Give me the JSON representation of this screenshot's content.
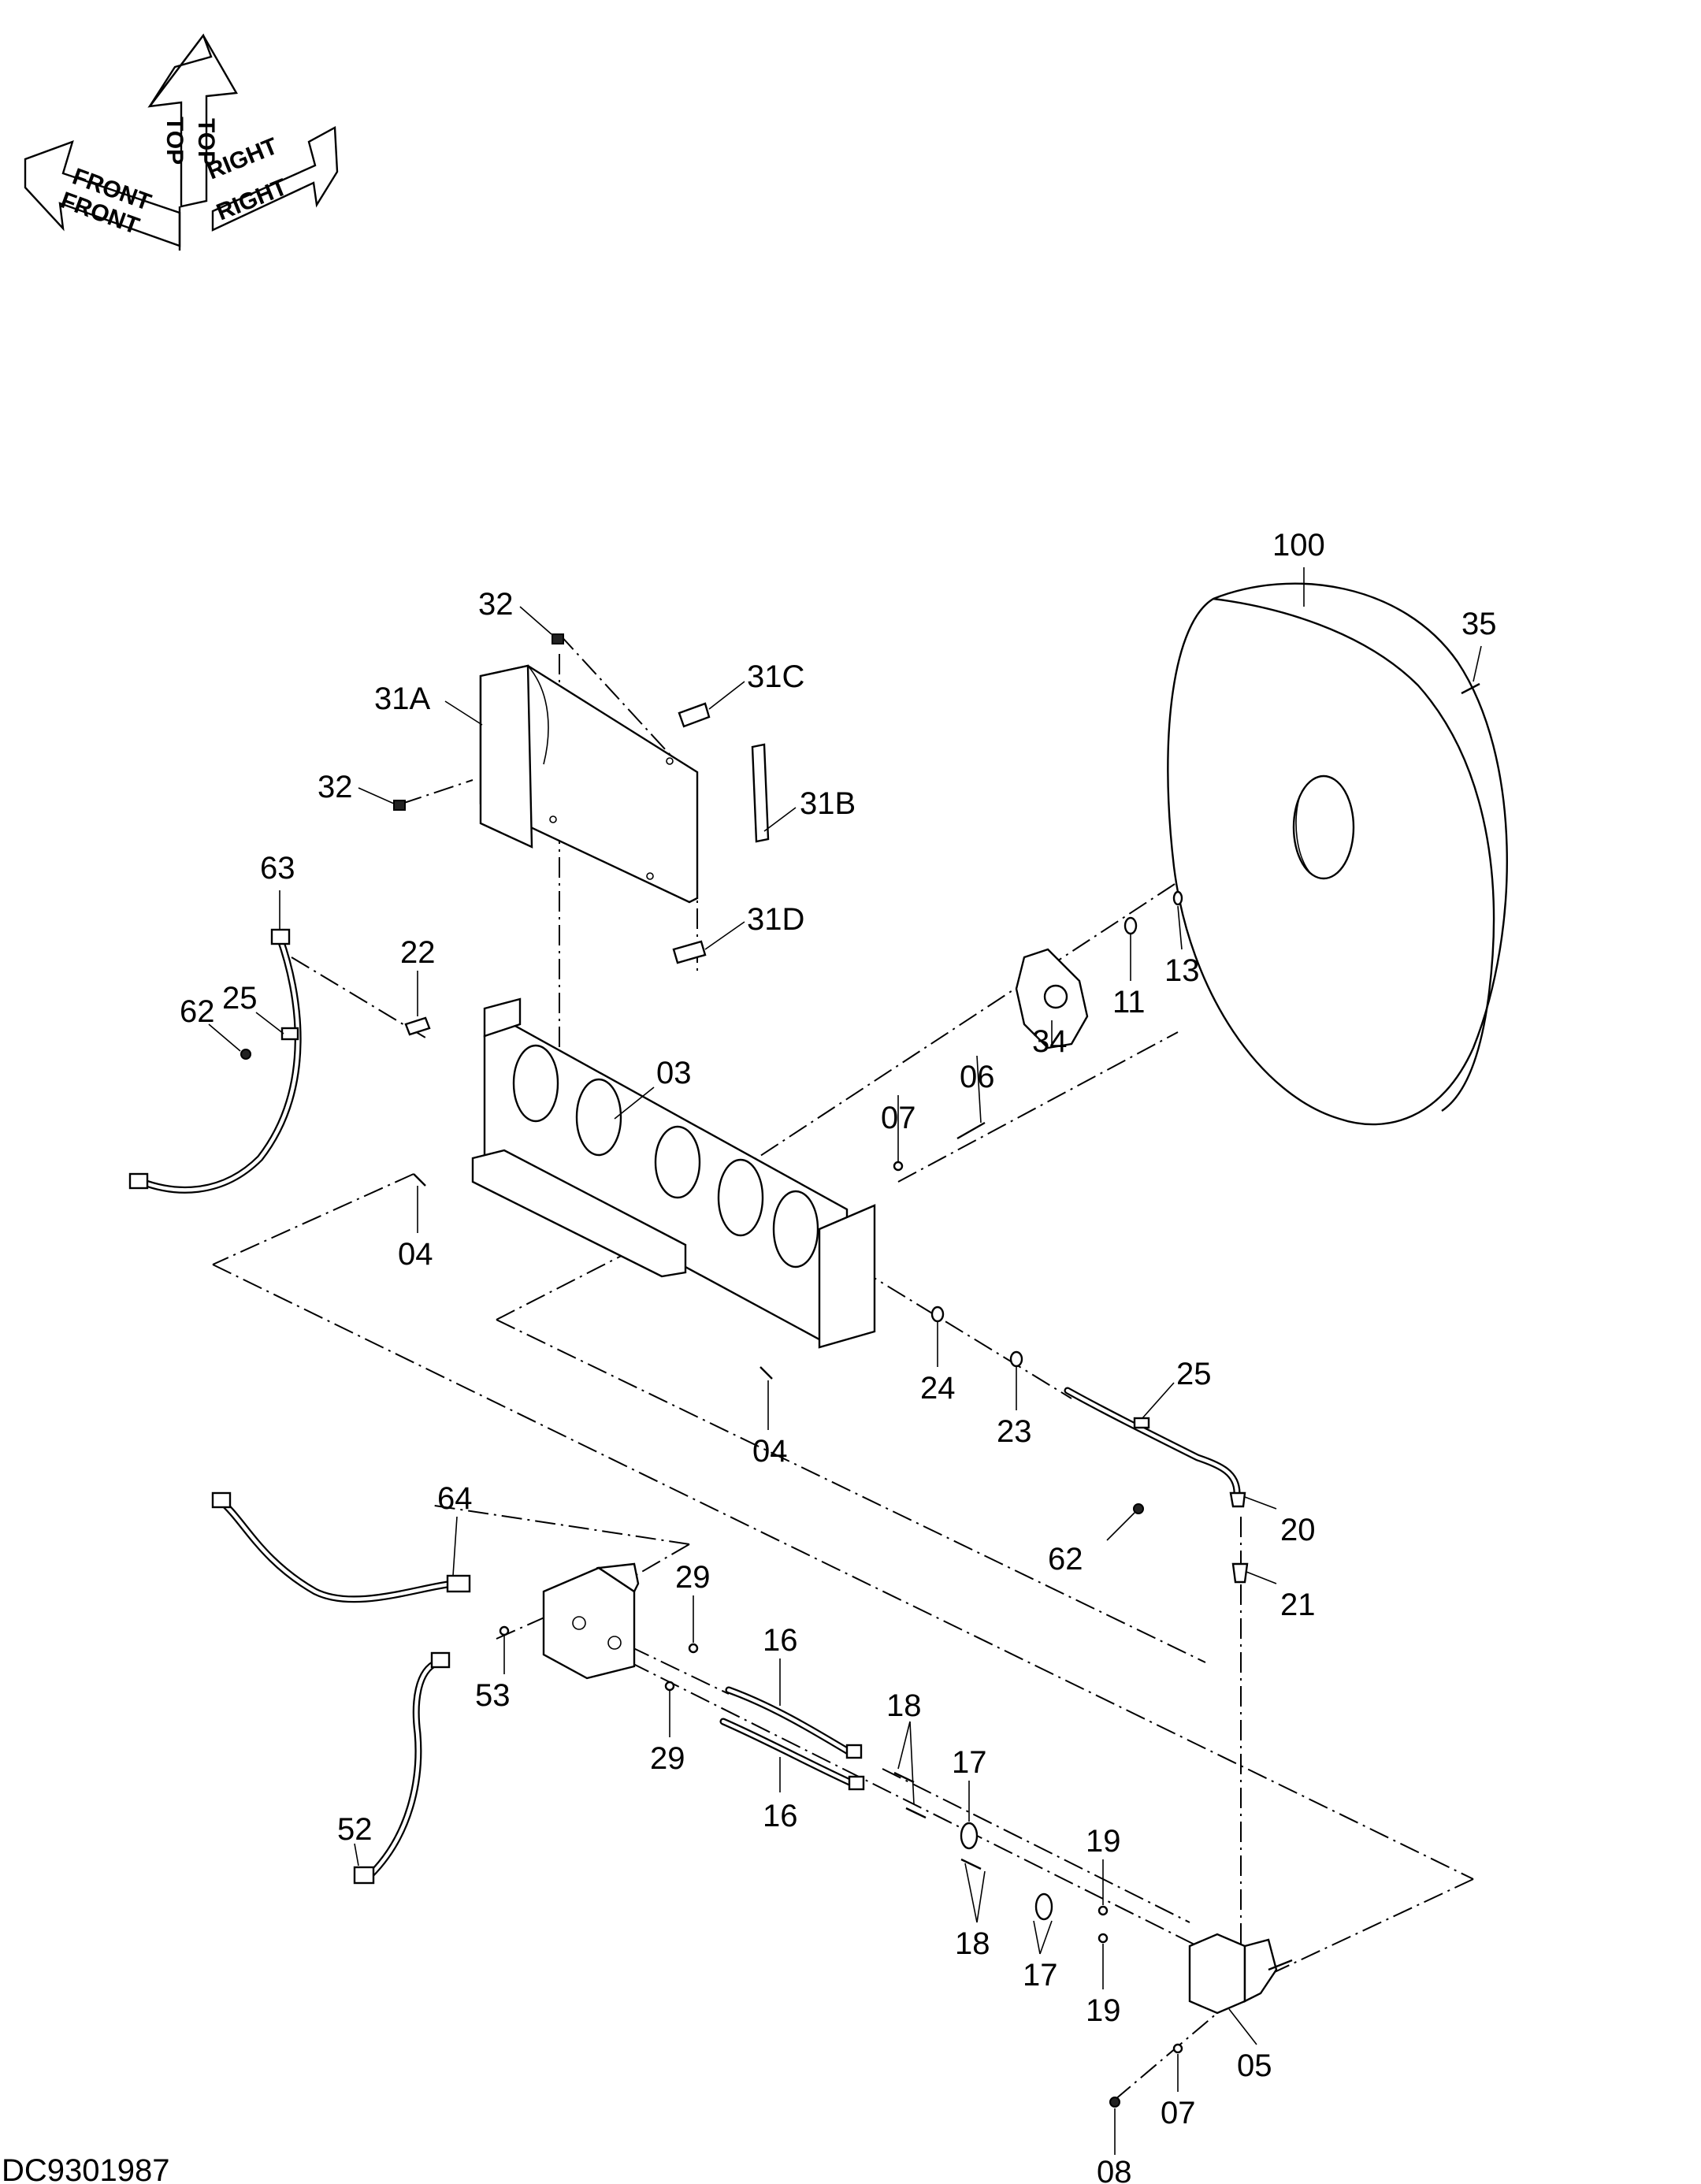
{
  "drawing_id": "DC9301987",
  "orientation": {
    "front_label": "FRONT",
    "top_label": "TOP",
    "right_label": "RIGHT"
  },
  "callouts": [
    {
      "id": "100",
      "text": "100"
    },
    {
      "id": "35",
      "text": "35"
    },
    {
      "id": "32a",
      "text": "32"
    },
    {
      "id": "31A",
      "text": "31A"
    },
    {
      "id": "31C",
      "text": "31C"
    },
    {
      "id": "32b",
      "text": "32"
    },
    {
      "id": "31B",
      "text": "31B"
    },
    {
      "id": "63",
      "text": "63"
    },
    {
      "id": "31D",
      "text": "31D"
    },
    {
      "id": "22",
      "text": "22"
    },
    {
      "id": "25a",
      "text": "25"
    },
    {
      "id": "62a",
      "text": "62"
    },
    {
      "id": "11",
      "text": "11"
    },
    {
      "id": "13",
      "text": "13"
    },
    {
      "id": "03",
      "text": "03"
    },
    {
      "id": "34",
      "text": "34"
    },
    {
      "id": "06",
      "text": "06"
    },
    {
      "id": "07a",
      "text": "07"
    },
    {
      "id": "04a",
      "text": "04"
    },
    {
      "id": "24",
      "text": "24"
    },
    {
      "id": "25b",
      "text": "25"
    },
    {
      "id": "23",
      "text": "23"
    },
    {
      "id": "04b",
      "text": "04"
    },
    {
      "id": "64",
      "text": "64"
    },
    {
      "id": "20",
      "text": "20"
    },
    {
      "id": "62b",
      "text": "62"
    },
    {
      "id": "21",
      "text": "21"
    },
    {
      "id": "29a",
      "text": "29"
    },
    {
      "id": "16a",
      "text": "16"
    },
    {
      "id": "53",
      "text": "53"
    },
    {
      "id": "29b",
      "text": "29"
    },
    {
      "id": "18a",
      "text": "18"
    },
    {
      "id": "17a",
      "text": "17"
    },
    {
      "id": "16b",
      "text": "16"
    },
    {
      "id": "52",
      "text": "52"
    },
    {
      "id": "19a",
      "text": "19"
    },
    {
      "id": "18b",
      "text": "18"
    },
    {
      "id": "17b",
      "text": "17"
    },
    {
      "id": "19b",
      "text": "19"
    },
    {
      "id": "05",
      "text": "05"
    },
    {
      "id": "07b",
      "text": "07"
    },
    {
      "id": "08",
      "text": "08"
    }
  ]
}
